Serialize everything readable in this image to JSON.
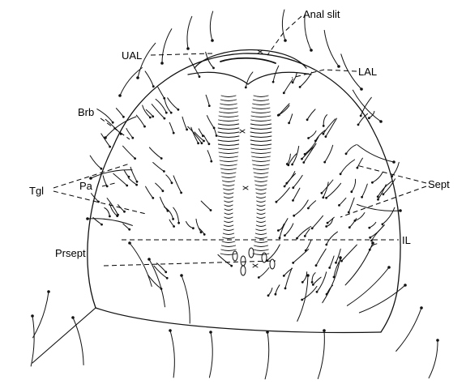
{
  "labels": {
    "anal_slit": "Anal slit",
    "ual": "UAL",
    "lal": "LAL",
    "brb": "Brb",
    "tgl": "Tgl",
    "pa": "Pa",
    "sept": "Sept",
    "il": "IL",
    "prsept": "Prsept"
  },
  "colors": {
    "ink": "#111111",
    "background": "#ffffff"
  }
}
